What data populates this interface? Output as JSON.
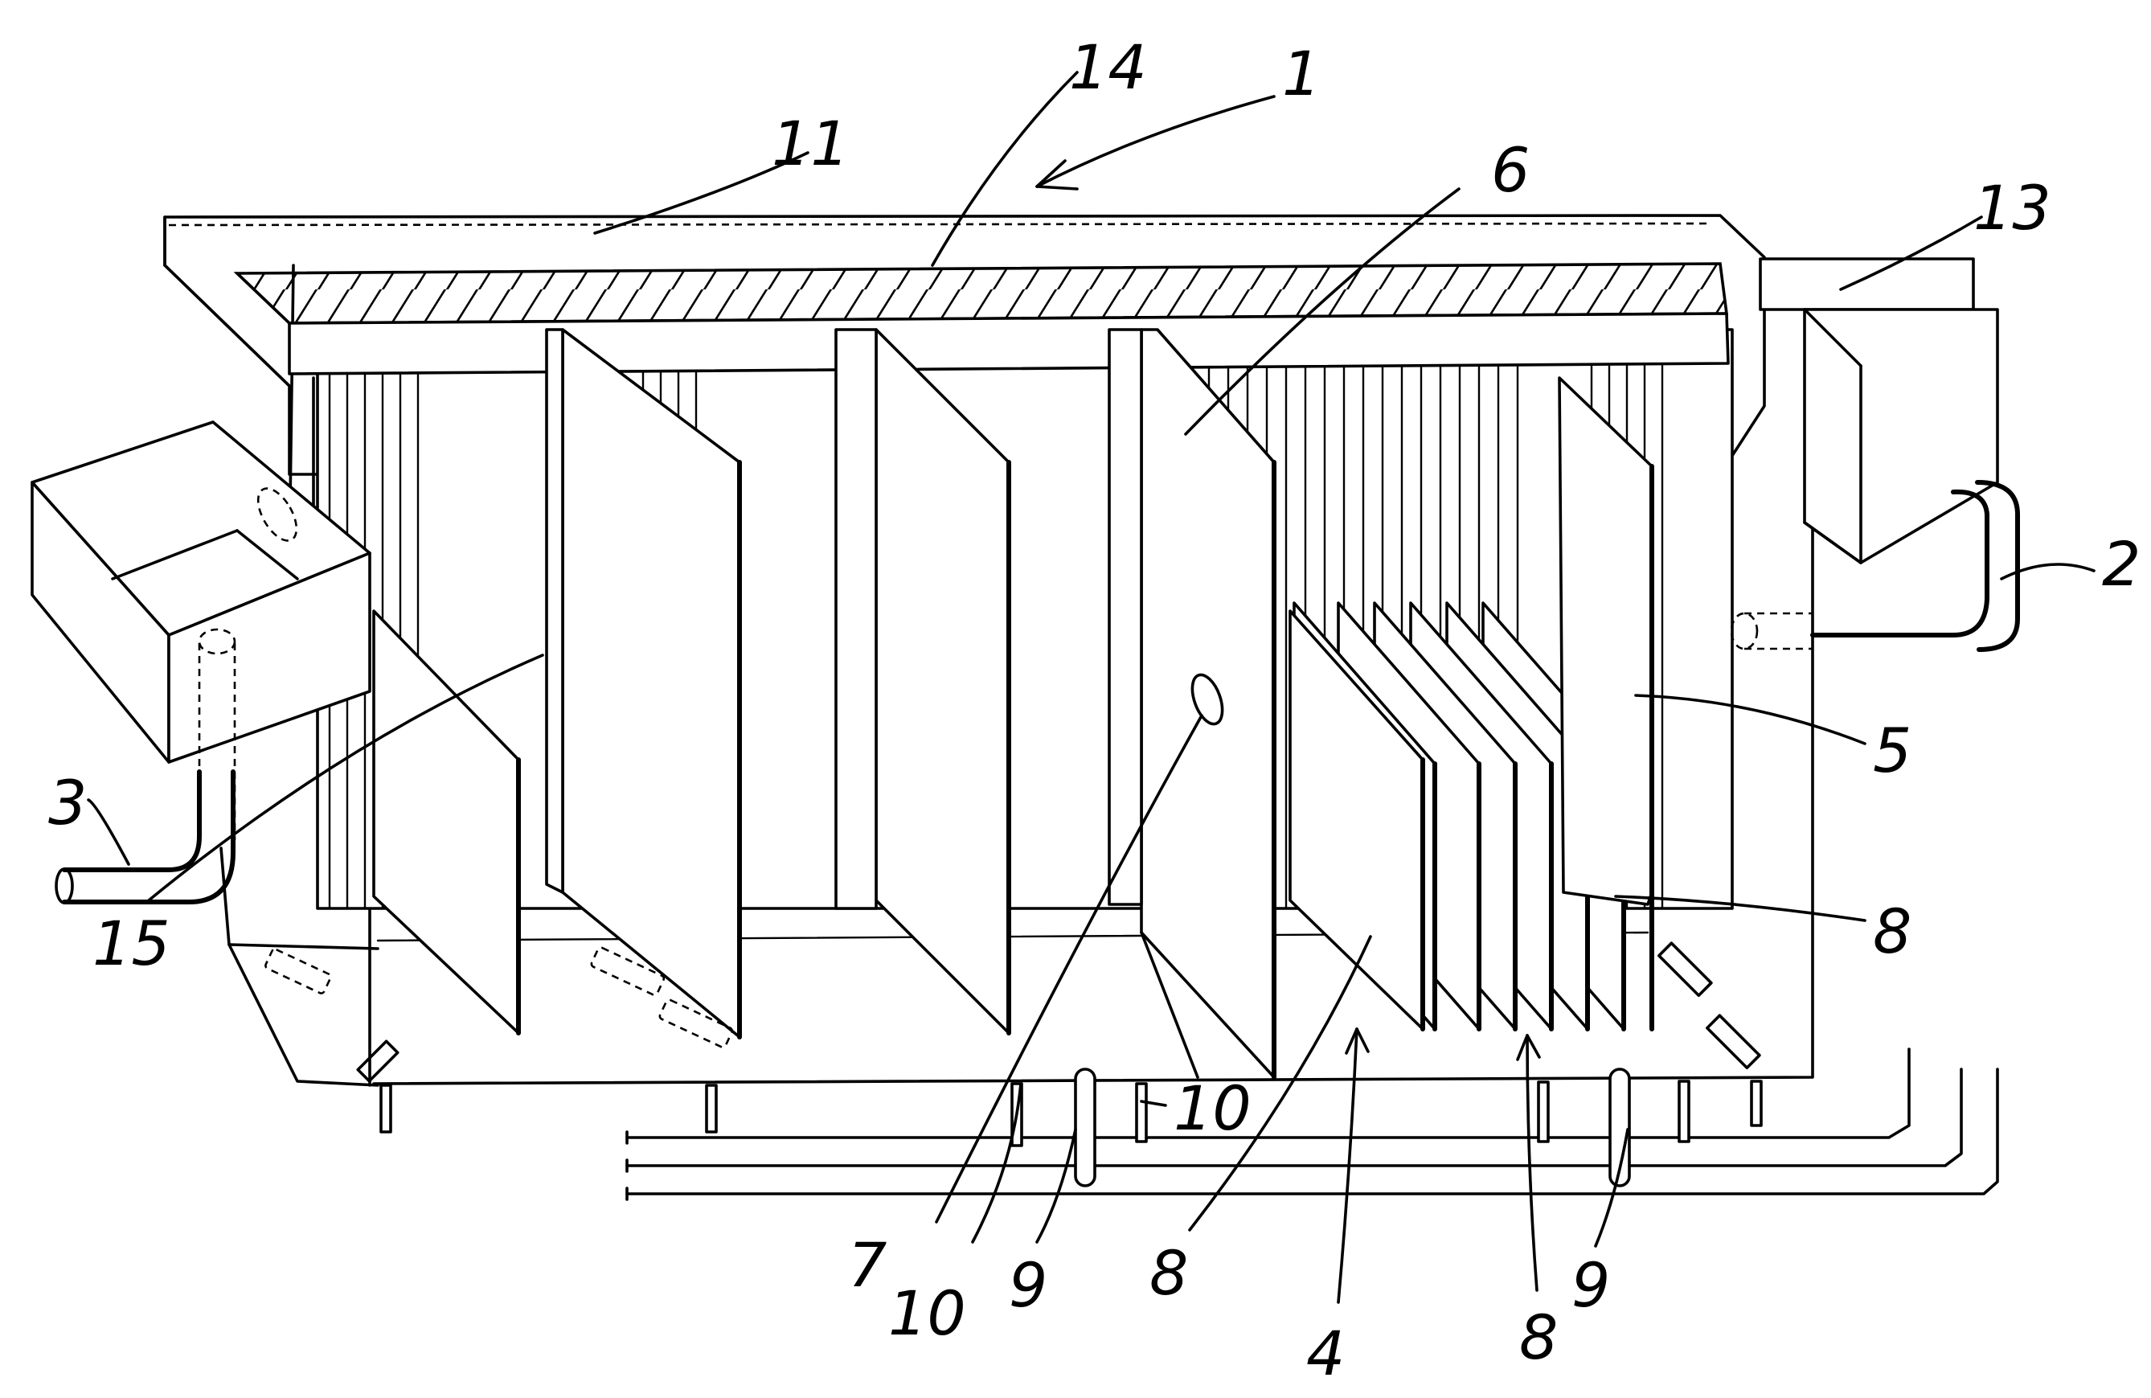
{
  "callouts": [
    {
      "id": "1",
      "text": "1"
    },
    {
      "id": "2",
      "text": "2"
    },
    {
      "id": "3",
      "text": "3"
    },
    {
      "id": "4",
      "text": "4"
    },
    {
      "id": "5",
      "text": "5"
    },
    {
      "id": "6",
      "text": "6"
    },
    {
      "id": "7",
      "text": "7"
    },
    {
      "id": "8a",
      "text": "8"
    },
    {
      "id": "8b",
      "text": "8"
    },
    {
      "id": "8c",
      "text": "8"
    },
    {
      "id": "9a",
      "text": "9"
    },
    {
      "id": "9b",
      "text": "9"
    },
    {
      "id": "10a",
      "text": "10"
    },
    {
      "id": "10b",
      "text": "10"
    },
    {
      "id": "11",
      "text": "11"
    },
    {
      "id": "13",
      "text": "13"
    },
    {
      "id": "14",
      "text": "14"
    },
    {
      "id": "15",
      "text": "15"
    }
  ]
}
